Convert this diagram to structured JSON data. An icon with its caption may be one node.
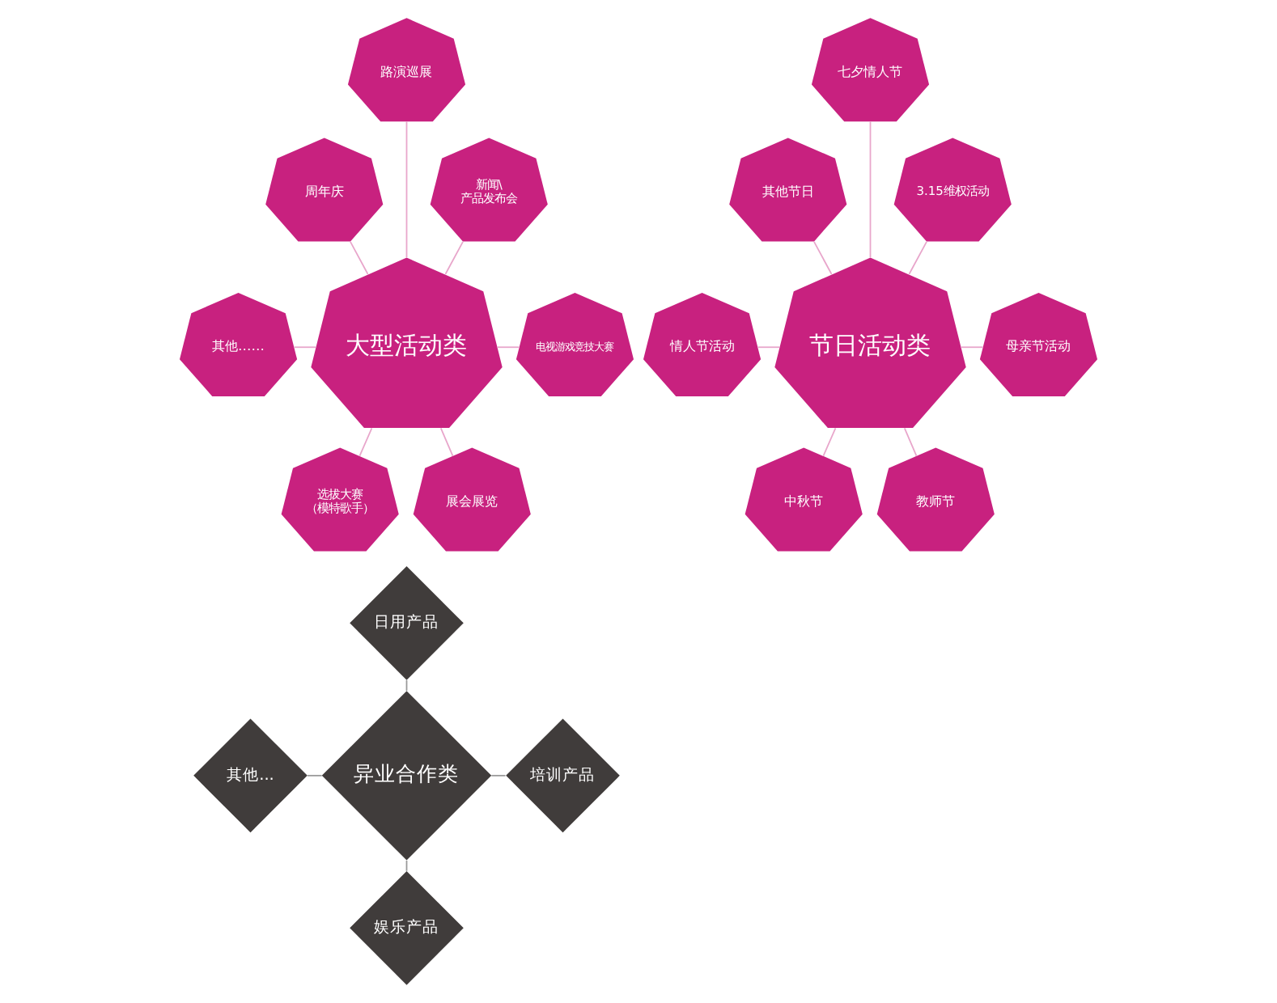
{
  "diagram": {
    "nodes": [
      {
        "text": [
          "大型活动类"
        ]
      },
      {
        "text": [
          "路演巡展"
        ]
      },
      {
        "text": [
          "新闻\\产品发布会"
        ]
      },
      {
        "text": [
          "电视游戏竞技大赛"
        ]
      },
      {
        "text": [
          "展会展览"
        ]
      },
      {
        "text": [
          "选拔大赛（模特歌手）"
        ]
      },
      {
        "text": [
          "其他……"
        ]
      },
      {
        "text": [
          "周年庆"
        ]
      },
      {
        "text": [
          "节日活动类"
        ]
      },
      {
        "text": [
          "七夕情人节"
        ]
      },
      {
        "text": [
          "3.15维权活动"
        ]
      },
      {
        "text": [
          "母亲节活动"
        ]
      },
      {
        "text": [
          "教师节"
        ]
      },
      {
        "text": [
          "中秋节"
        ]
      },
      {
        "text": [
          "情人节活动"
        ]
      },
      {
        "text": [
          "其他节日"
        ]
      },
      {
        "text": [
          "异业合作类"
        ]
      },
      {
        "text": [
          "日用产品"
        ]
      },
      {
        "text": [
          "培训产品"
        ]
      },
      {
        "text": [
          "娱乐产品"
        ]
      },
      {
        "text": [
          "其他..."
        ]
      }
    ],
    "edges": [
      {
        "from": 1,
        "to": 0,
        "arrow": "none"
      },
      {
        "from": 7,
        "to": 0,
        "arrow": "none"
      },
      {
        "from": 2,
        "to": 0,
        "arrow": "none"
      },
      {
        "from": 6,
        "to": 0,
        "arrow": "none"
      },
      {
        "from": 0,
        "to": 3,
        "arrow": "none"
      },
      {
        "from": 0,
        "to": 5,
        "arrow": "none"
      },
      {
        "from": 0,
        "to": 4,
        "arrow": "none"
      },
      {
        "from": 9,
        "to": 8,
        "arrow": "none"
      },
      {
        "from": 15,
        "to": 8,
        "arrow": "none"
      },
      {
        "from": 10,
        "to": 8,
        "arrow": "none"
      },
      {
        "from": 14,
        "to": 8,
        "arrow": "none"
      },
      {
        "from": 8,
        "to": 11,
        "arrow": "none"
      },
      {
        "from": 8,
        "to": 13,
        "arrow": "none"
      },
      {
        "from": 8,
        "to": 12,
        "arrow": "none"
      },
      {
        "from": 17,
        "to": 16,
        "arrow": "none",
        "color": "#9a9a9a"
      },
      {
        "from": 20,
        "to": 16,
        "arrow": "none",
        "color": "#9a9a9a"
      },
      {
        "from": 16,
        "to": 18,
        "arrow": "none",
        "color": "#9a9a9a"
      },
      {
        "from": 16,
        "to": 19,
        "arrow": "none",
        "color": "#9a9a9a"
      }
    ]
  }
}
